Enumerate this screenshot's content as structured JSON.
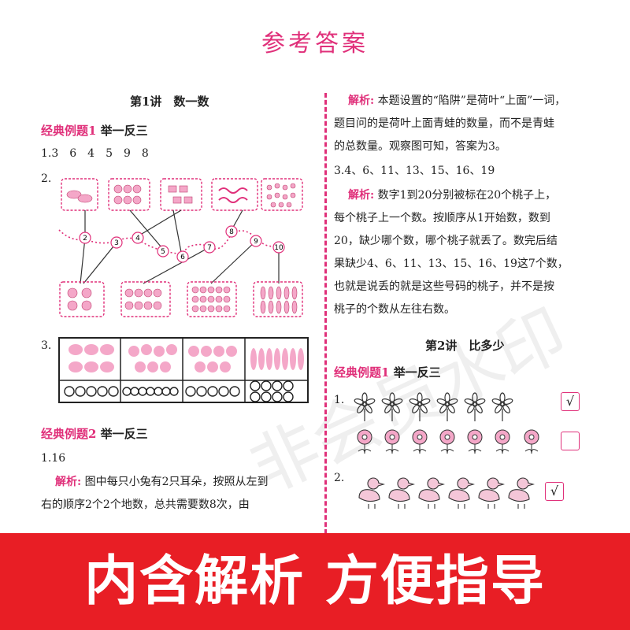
{
  "page_title": "参考答案",
  "left": {
    "section1_title": "第1讲　数一数",
    "example1_label": "经典例题1",
    "example1_suffix": "举一反三",
    "q1": "1.3　6　4　5　9　8",
    "q2": "2.",
    "q3": "3.",
    "path_numbers": [
      "2",
      "3",
      "4",
      "5",
      "6",
      "7",
      "8",
      "9",
      "10"
    ],
    "example2_label": "经典例题2",
    "example2_suffix": "举一反三",
    "ans1": "1.16",
    "analysis_label": "解析:",
    "analysis_l1": "图中每只小兔有2只耳朵，按照从左到",
    "analysis_l2": "右的顺序2个2个地数，总共需要数8次，由"
  },
  "right": {
    "analysis_label": "解析:",
    "a_l1": "本题设置的“陷阱”是荷叶“上面”一词，",
    "a_l2": "题目问的是荷叶上面青蛙的数量，而不是青蛙",
    "a_l3": "的总数量。观察图可知，答案为3。",
    "q3": "3.4、6、11、13、15、16、19",
    "analysis2_label": "解析:",
    "b_l1": "数字1到20分别被标在20个桃子上，",
    "b_l2": "每个桃子上一个数。按顺序从1开始数，数到",
    "b_l3": "20，缺少哪个数，哪个桃子就丢了。数完后结",
    "b_l4": "果缺少4、6、11、13、15、16、19这7个数，",
    "b_l5": "也就是说丢的就是这些号码的桃子，并不是按",
    "b_l6": "桃子的个数从左往右数。",
    "section2_title": "第2讲　比多少",
    "example_label": "经典例题1",
    "example_suffix": "举一反三",
    "q1": "1.",
    "q2": "2.",
    "check_mark": "√"
  },
  "watermark": "非会员水印",
  "banner": "内含解析 方便指导",
  "colors": {
    "accent": "#e0307a",
    "banner": "#e81e25"
  }
}
